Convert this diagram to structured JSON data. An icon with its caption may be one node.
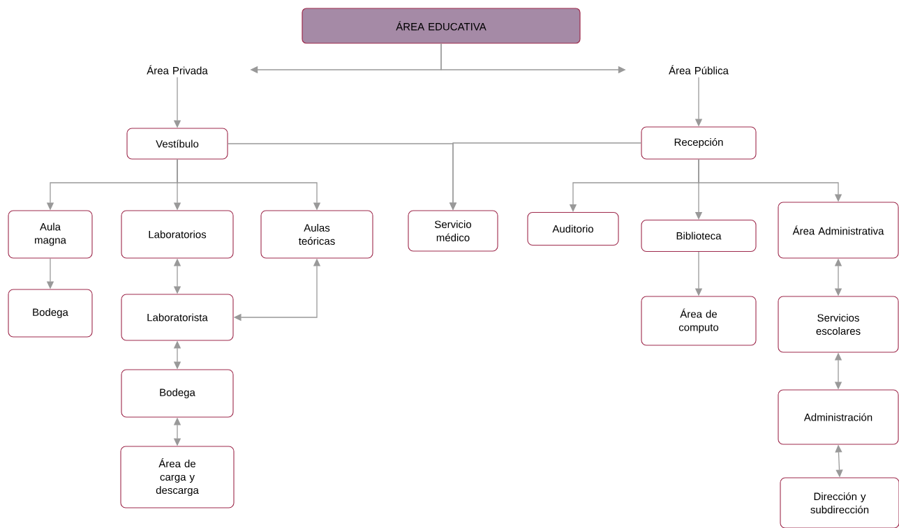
{
  "diagram": {
    "nodes": [
      {
        "text": [
          "ÁREA EDUCATIVA"
        ]
      },
      {
        "text": [
          "Área Privada"
        ]
      },
      {
        "text": [
          "Área Pública"
        ]
      },
      {
        "text": [
          "Vestíbulo"
        ]
      },
      {
        "text": [
          "Recepción"
        ]
      },
      {
        "text": [
          "Aula magna"
        ]
      },
      {
        "text": [
          "Laboratorios"
        ]
      },
      {
        "text": [
          "Aulas teóricas"
        ]
      },
      {
        "text": [
          "Servicio médico"
        ]
      },
      {
        "text": [
          "Auditorio"
        ]
      },
      {
        "text": [
          "Biblioteca"
        ]
      },
      {
        "text": [
          "Área Administrativa"
        ]
      },
      {
        "text": [
          "Bodega"
        ]
      },
      {
        "text": [
          "Laboratorista"
        ]
      },
      {
        "text": [
          "Área de computo"
        ]
      },
      {
        "text": [
          "Servicios escolares"
        ]
      },
      {
        "text": [
          "Bodega"
        ]
      },
      {
        "text": [
          "Área de carga y descarga"
        ]
      },
      {
        "text": [
          "Administración"
        ]
      },
      {
        "text": [
          "Dirección y subdirección"
        ]
      }
    ],
    "edges": [
      {
        "from": 0,
        "to": 1,
        "arrow": "to"
      },
      {
        "from": 0,
        "to": 2,
        "arrow": "to"
      },
      {
        "from": 1,
        "to": 3,
        "arrow": "to"
      },
      {
        "from": 2,
        "to": 4,
        "arrow": "to"
      },
      {
        "from": 3,
        "to": 8,
        "arrow": "to"
      },
      {
        "from": 4,
        "to": 8,
        "arrow": "to"
      },
      {
        "from": 3,
        "to": 5,
        "arrow": "to"
      },
      {
        "from": 3,
        "to": 6,
        "arrow": "to"
      },
      {
        "from": 3,
        "to": 7,
        "arrow": "to"
      },
      {
        "from": 4,
        "to": 9,
        "arrow": "to"
      },
      {
        "from": 4,
        "to": 10,
        "arrow": "to"
      },
      {
        "from": 4,
        "to": 11,
        "arrow": "to"
      },
      {
        "from": 5,
        "to": 12,
        "arrow": "to"
      },
      {
        "from": 6,
        "to": 13,
        "arrow": "both"
      },
      {
        "from": 7,
        "to": 13,
        "arrow": "both"
      },
      {
        "from": 13,
        "to": 16,
        "arrow": "both"
      },
      {
        "from": 16,
        "to": 17,
        "arrow": "both"
      },
      {
        "from": 10,
        "to": 14,
        "arrow": "to"
      },
      {
        "from": 11,
        "to": 15,
        "arrow": "both"
      },
      {
        "from": 15,
        "to": 18,
        "arrow": "both"
      },
      {
        "from": 18,
        "to": 19,
        "arrow": "both"
      }
    ]
  }
}
